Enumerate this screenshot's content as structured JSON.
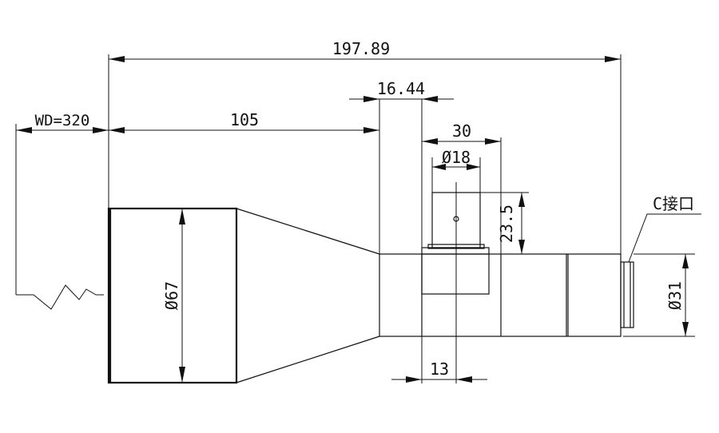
{
  "drawing": {
    "dimensions": {
      "overall_length": "197.89",
      "working_distance": "WD=320",
      "front_length": "105",
      "offset_16": "16.44",
      "mount_30": "30",
      "diameter_18": "Ø18",
      "height_23": "23.5",
      "front_diameter": "Ø67",
      "rear_diameter": "Ø31",
      "width_13": "13"
    },
    "labels": {
      "c_mount": "C接口"
    },
    "colors": {
      "line": "#111111",
      "background": "#ffffff"
    }
  }
}
